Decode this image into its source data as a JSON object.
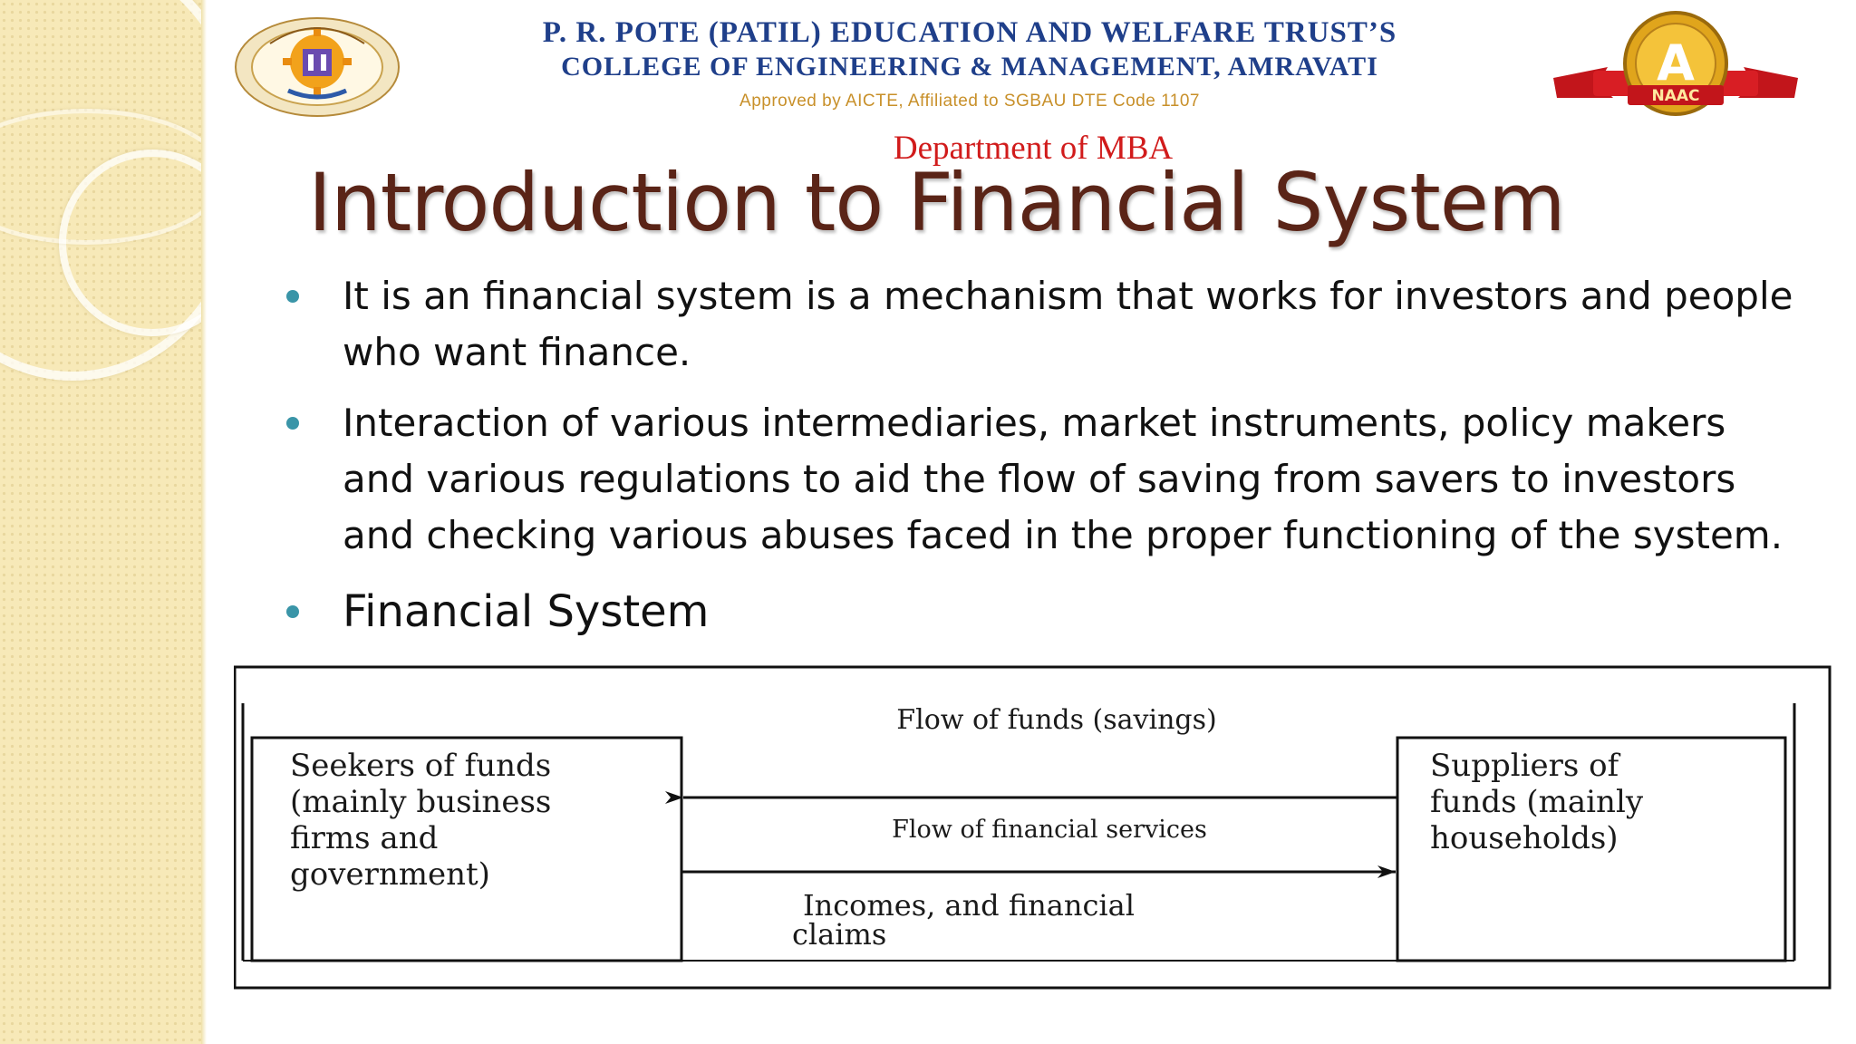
{
  "header": {
    "trust_name": "P. R. POTE (PATIL) EDUCATION AND WELFARE TRUST’S",
    "college_name": "COLLEGE OF  ENGINEERING & MANAGEMENT, AMRAVATI",
    "approval": "Approved by AICTE, Affiliated to SGBAU DTE Code 1107",
    "department": "Department of MBA",
    "naac_grade": "A",
    "naac_label": "NAAC"
  },
  "slide": {
    "title": "Introduction to Financial System",
    "bullets": [
      "It is an financial system is a mechanism that works for investors and people who want finance.",
      "Interaction of various intermediaries, market instruments, policy makers and various regulations to aid the flow of saving from savers to investors and checking various abuses faced in the proper functioning of the system.",
      "Financial System"
    ]
  },
  "diagram": {
    "left_box": [
      "Seekers of funds",
      "(mainly business",
      "firms and",
      "government)"
    ],
    "right_box": [
      "Suppliers of",
      "funds (mainly",
      "households)"
    ],
    "top_label": "Flow of funds (savings)",
    "middle_label": "Flow of financial services",
    "bottom_label": [
      "Incomes, and financial",
      "claims"
    ]
  },
  "colors": {
    "title": "#5a2417",
    "institution": "#1f3f8a",
    "department": "#d11b1b",
    "approval": "#c8902a",
    "bullet": "#3a95a8",
    "band": "#f7e9b8"
  }
}
